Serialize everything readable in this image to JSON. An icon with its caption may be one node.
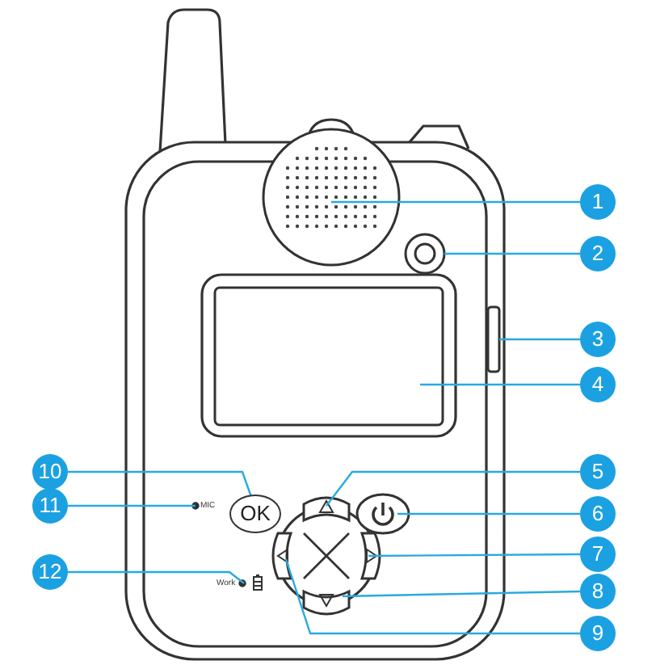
{
  "diagram": {
    "nodes": [
      {
        "text": [
          "1"
        ]
      },
      {
        "text": [
          "2"
        ]
      },
      {
        "text": [
          "3"
        ]
      },
      {
        "text": [
          "4"
        ]
      },
      {
        "text": [
          "5"
        ]
      },
      {
        "text": [
          "6"
        ]
      },
      {
        "text": [
          "7"
        ]
      },
      {
        "text": [
          "8"
        ]
      },
      {
        "text": [
          "9"
        ]
      },
      {
        "text": [
          "10"
        ]
      },
      {
        "text": [
          "11"
        ]
      },
      {
        "text": [
          "12"
        ]
      },
      {
        "text": [],
        "shape": "circle"
      },
      {
        "text": [],
        "shape": "circle"
      },
      {
        "text": [],
        "shape": "box"
      },
      {
        "text": [],
        "shape": "box"
      },
      {
        "text": [],
        "shape": "button"
      },
      {
        "text": [],
        "shape": "circle"
      },
      {
        "text": [],
        "shape": "button"
      },
      {
        "text": [],
        "shape": "button"
      },
      {
        "text": [],
        "shape": "button"
      },
      {
        "text": [
          "OK"
        ]
      },
      {
        "text": [],
        "shape": "circle"
      },
      {
        "text": [],
        "shape": "circle"
      }
    ],
    "edges": [
      {
        "from": 0,
        "to": 12,
        "arrow": "none"
      },
      {
        "from": 1,
        "to": 13,
        "arrow": "none"
      },
      {
        "from": 2,
        "to": 15,
        "arrow": "none"
      },
      {
        "from": 3,
        "to": 14,
        "arrow": "none"
      },
      {
        "from": 4,
        "to": 16,
        "arrow": "none"
      },
      {
        "from": 5,
        "to": 17,
        "arrow": "none"
      },
      {
        "from": 6,
        "to": 18,
        "arrow": "none"
      },
      {
        "from": 7,
        "to": 19,
        "arrow": "none"
      },
      {
        "from": 8,
        "to": 20,
        "arrow": "none"
      },
      {
        "from": 9,
        "to": 21,
        "arrow": "none"
      },
      {
        "from": 10,
        "to": 22,
        "arrow": "none"
      },
      {
        "from": 11,
        "to": 23,
        "arrow": "none"
      }
    ],
    "labels": [
      "MIC",
      "Work"
    ]
  }
}
